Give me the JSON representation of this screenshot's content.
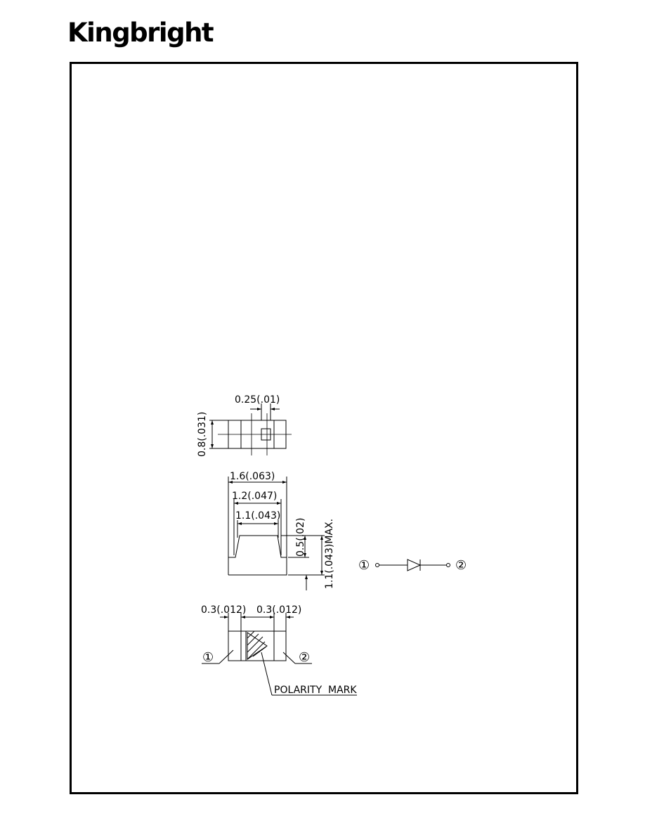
{
  "header": {
    "logo_text": "Kingbright"
  },
  "drawing": {
    "top_view": {
      "pad_width_label": "0.25(.01)",
      "height_label": "0.8(.031)"
    },
    "side_view": {
      "length_label": "1.6(.063)",
      "body_width_label": "1.2(.047)",
      "lens_width_label": "1.1(.043)",
      "lens_height_label": "0.5(.02)",
      "max_height_label": "1.1(.043)MAX."
    },
    "bottom_view": {
      "left_pad_label": "0.3(.012)",
      "right_pad_label": "0.3(.012)",
      "pin1_label": "①",
      "pin2_label": "②",
      "polarity_label": "POLARITY  MARK"
    },
    "schematic": {
      "pin1_label": "①",
      "pin2_label": "②"
    }
  }
}
